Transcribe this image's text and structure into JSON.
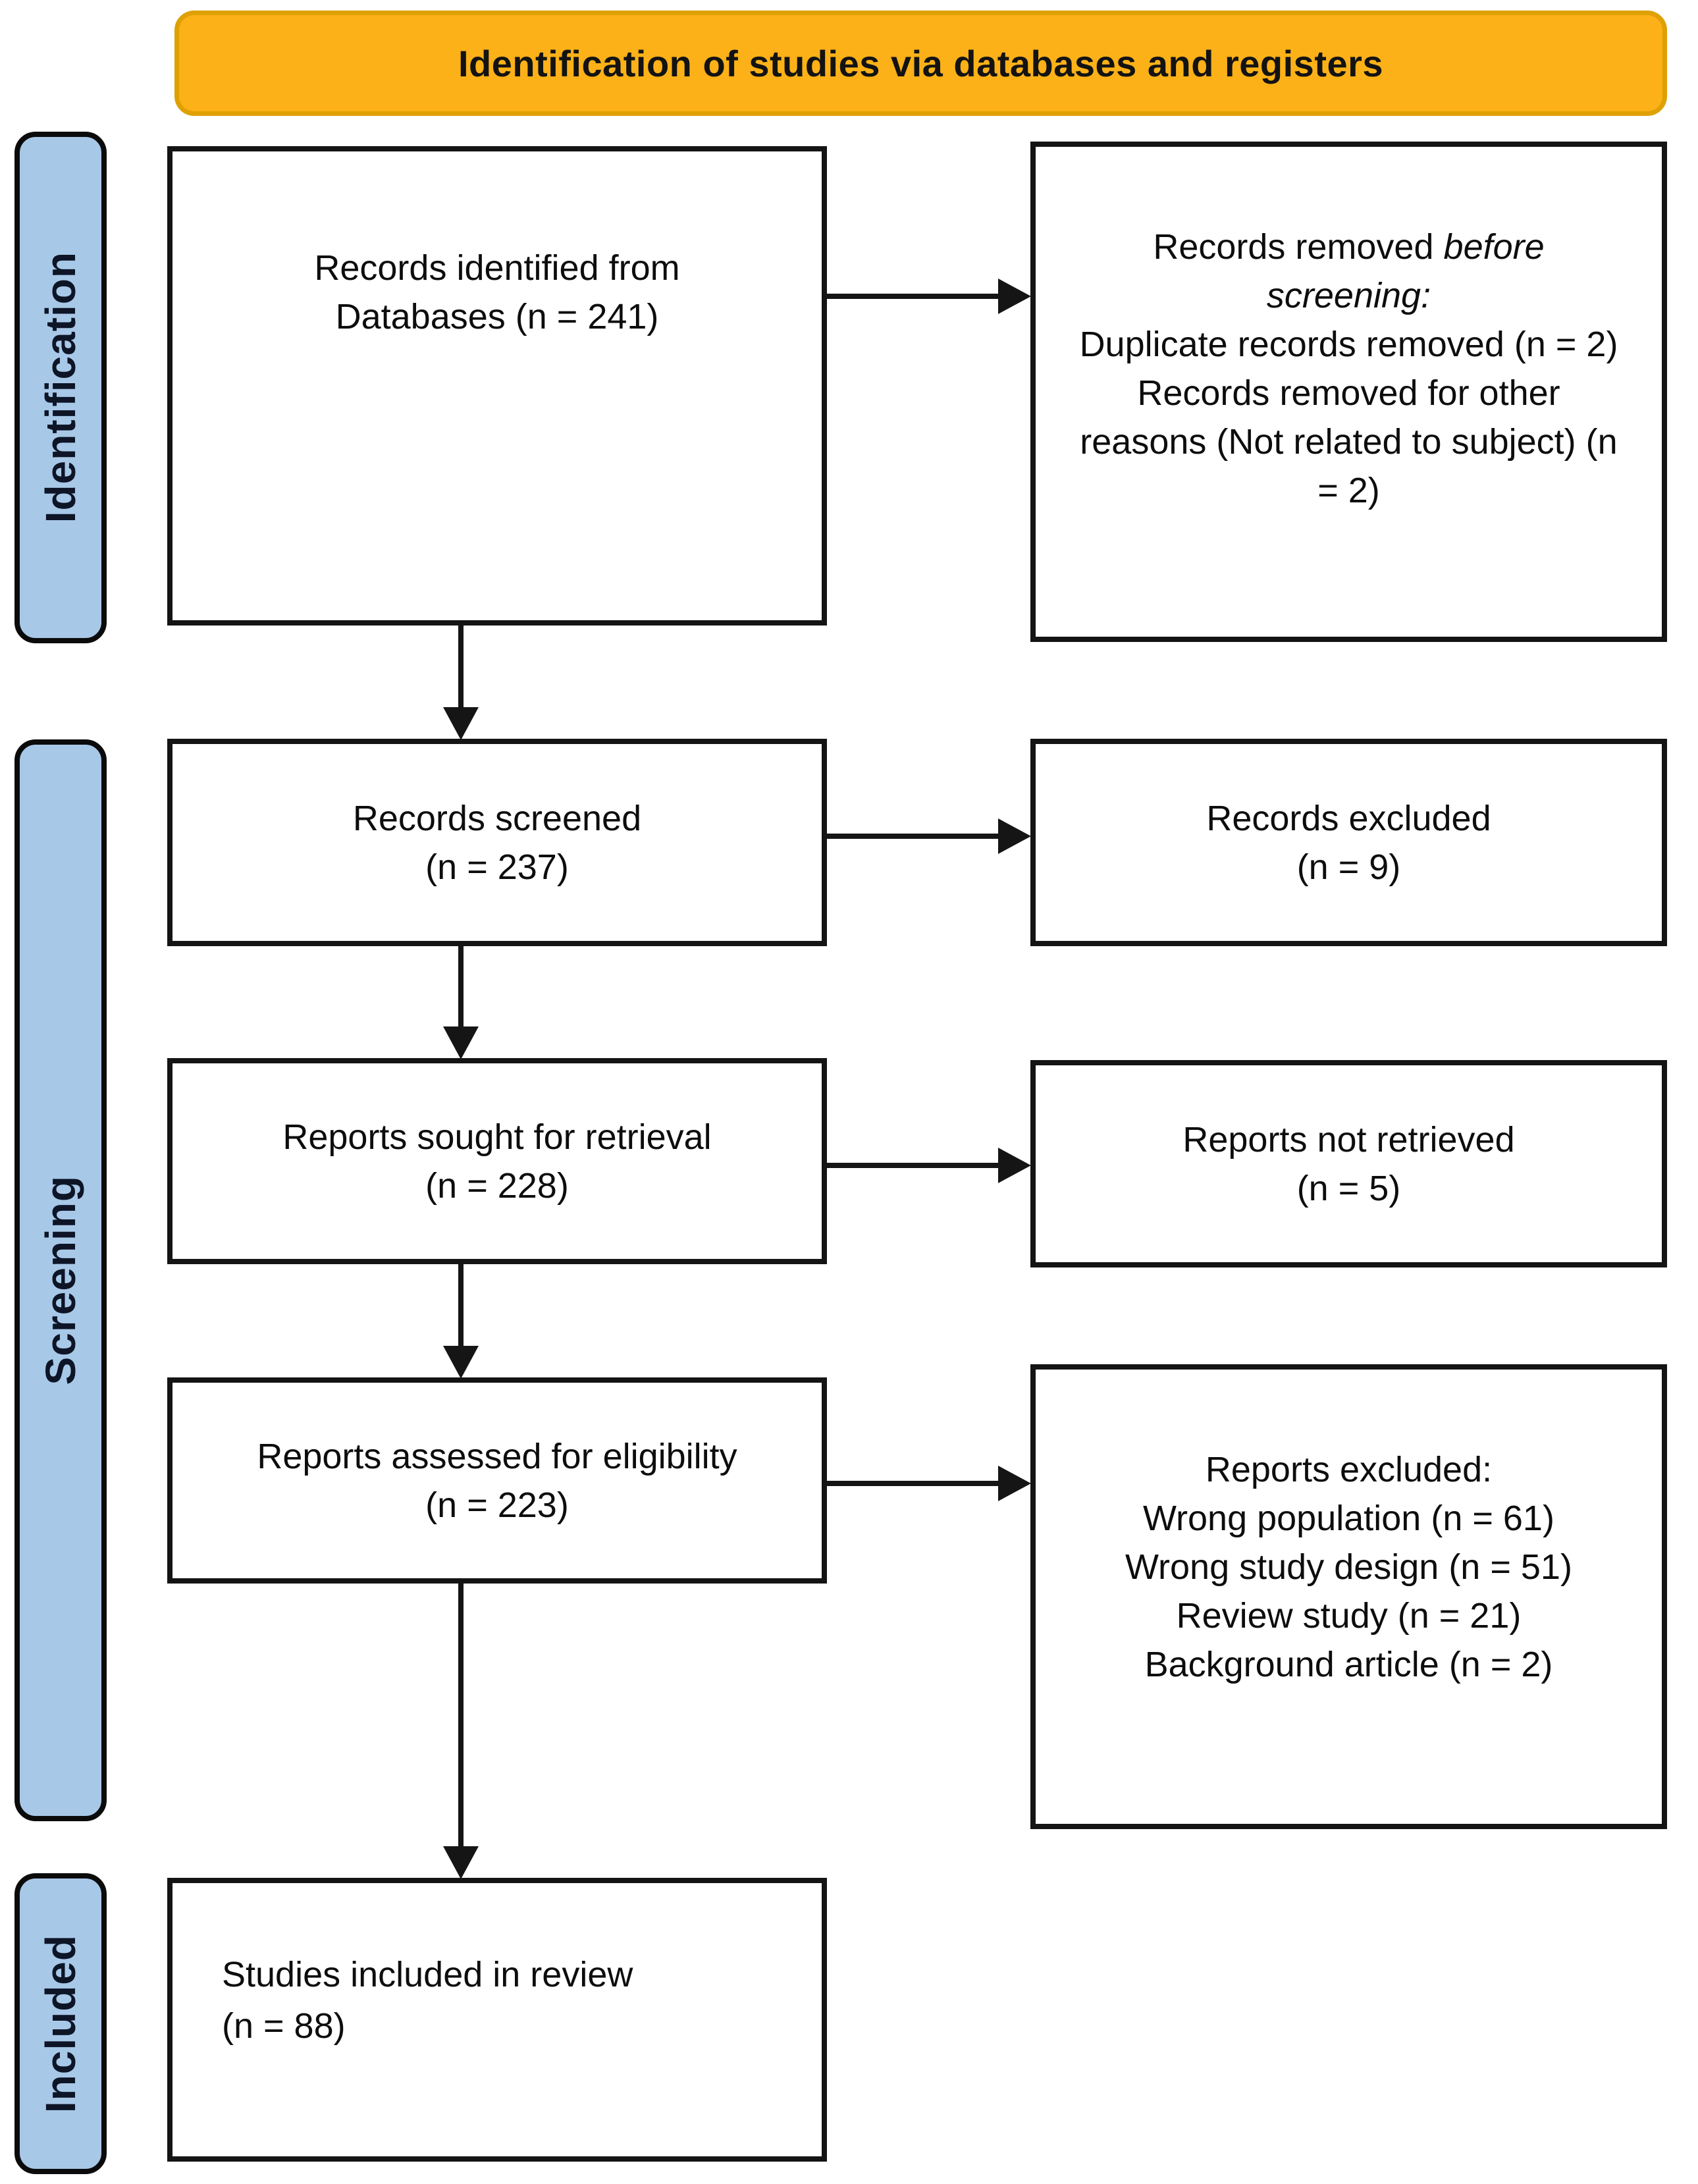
{
  "banner": {
    "title": "Identification of studies via databases and registers"
  },
  "stages": {
    "identification": "Identification",
    "screening": "Screening",
    "included": "Included"
  },
  "flow": {
    "records_identified": {
      "line1": "Records identified from",
      "line2": "Databases (n = 241)"
    },
    "records_removed": {
      "lead": "Records removed",
      "lead_italic": "before screening:",
      "item1": "Duplicate records removed (n = 2)",
      "item2": "Records removed for other reasons (Not related to subject) (n = 2)"
    },
    "records_screened": {
      "line1": "Records screened",
      "line2": "(n = 237)"
    },
    "records_excluded": {
      "line1": "Records excluded",
      "line2": "(n = 9)"
    },
    "reports_sought": {
      "line1": "Reports sought for retrieval",
      "line2": "(n = 228)"
    },
    "reports_not_retrieved": {
      "line1": "Reports not retrieved",
      "line2": "(n = 5)"
    },
    "reports_assessed": {
      "line1": "Reports assessed for eligibility",
      "line2": "(n = 223)"
    },
    "reports_excluded": {
      "title": "Reports excluded:",
      "item1": "Wrong population (n = 61)",
      "item2": "Wrong study design (n = 51)",
      "item3": "Review study (n = 21)",
      "item4": "Background article (n = 2)"
    },
    "studies_included": {
      "line1": "Studies included in review",
      "line2": "(n = 88)"
    }
  },
  "colors": {
    "banner_fill": "#FBB117",
    "banner_border": "#DFA003",
    "stage_fill": "#A8C8E8",
    "box_fill": "#FFFFFF",
    "line_and_border": "#141414"
  }
}
